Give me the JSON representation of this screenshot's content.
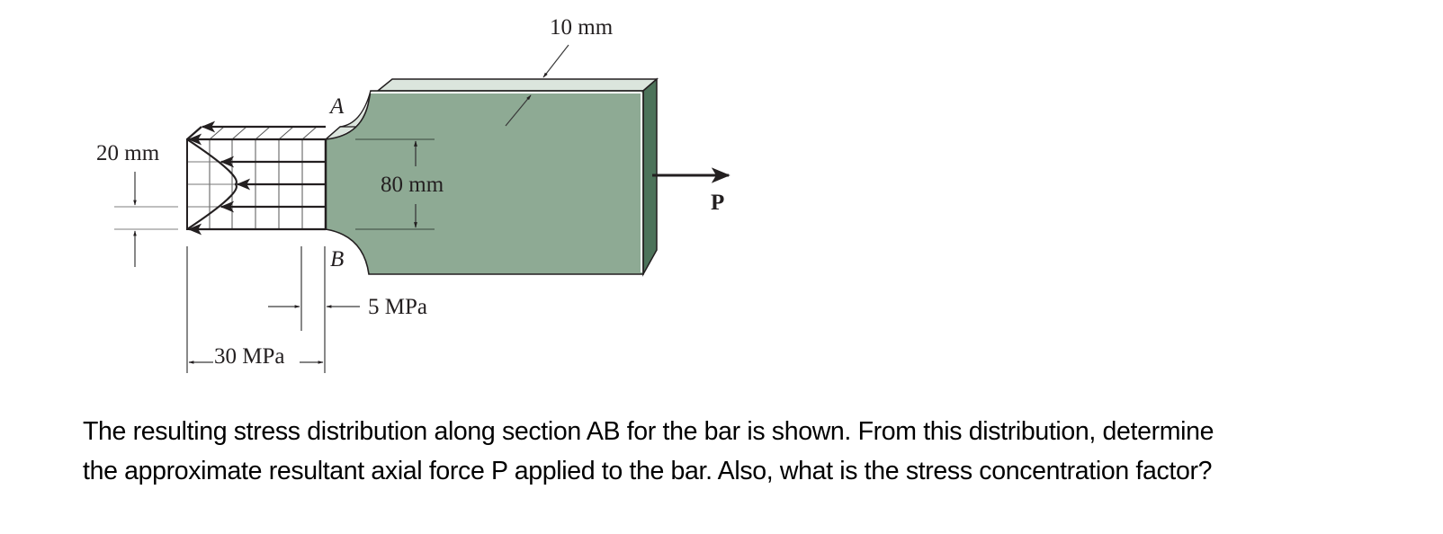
{
  "figure": {
    "labels": {
      "thickness": "10 mm",
      "point_a": "A",
      "point_b": "B",
      "width": "80 mm",
      "spacing": "20 mm",
      "force": "P",
      "min_stress": "5 MPa",
      "max_stress": "30 MPa"
    },
    "colors": {
      "bar_face": "#8eaa94",
      "bar_top": "#dbe5dd",
      "bar_side": "#4d735a",
      "ink": "#231f20"
    }
  },
  "question": {
    "line1": "The resulting stress distribution along section AB for the bar is shown. From this distribution, determine",
    "line2": "the approximate resultant axial force P applied to the bar. Also, what is the stress concentration factor?"
  }
}
